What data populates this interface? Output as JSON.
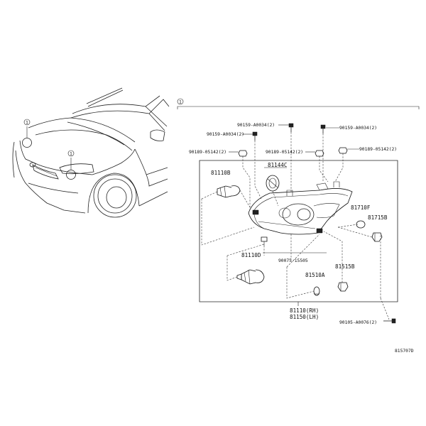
{
  "callout": {
    "number": "1"
  },
  "labels": {
    "p90159_a0034_a": "90159-A0034(2)",
    "p90159_a0034_b": "90159-A0034(2)",
    "p90159_a0034_c": "90159-A0034(2)",
    "p90189_05142_a": "90189-05142(2)",
    "p90189_05142_b": "90189-05142(2)",
    "p90189_05142_c": "90189-05142(2)",
    "p81110b": "81110B",
    "p81144c": "81144C",
    "p81710f": "81710F",
    "p81715b": "81715B",
    "p81110d": "81110D",
    "p90075_15505": "90075-15505",
    "p81510a": "81510A",
    "p81515b": "81515B",
    "p81110_rh": "81110(RH)",
    "p81150_lh": "81150(LH)",
    "p90105_a0076": "90105-A0076(2)",
    "ref_code": "815707D"
  }
}
